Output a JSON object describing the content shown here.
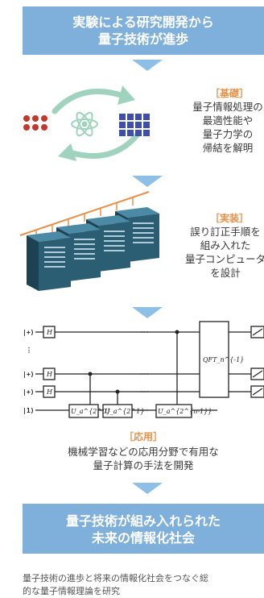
{
  "top_banner": {
    "line1": "実験による研究開発から",
    "line2": "量子技術が進歩"
  },
  "basic": {
    "tag": "［基礎］",
    "lines": [
      "量子情報処理の",
      "最適性能や",
      "量子力学の",
      "帰結を解明"
    ]
  },
  "implementation": {
    "tag": "［実装］",
    "lines": [
      "誤り訂正手順を",
      "組み入れた",
      "量子コンピュータ",
      "を設計"
    ]
  },
  "application": {
    "tag": "［応用］",
    "lines": [
      "機械学習などの応用分野で有用な",
      "量子計算の手法を開発"
    ]
  },
  "bottom_banner": {
    "line1": "量子技術が組み入れられた",
    "line2": "未来の情報化社会"
  },
  "caption": {
    "line1": "量子技術の進歩と将来の情報化社会をつなぐ総",
    "line2": "的な量子情報理論を研究"
  },
  "circuit": {
    "labels": [
      "|+⟩",
      "⋮",
      "|+⟩",
      "|+⟩",
      "|1⟩"
    ],
    "h_gate": "H",
    "u_gates": [
      "U_a^{2^0}",
      "U_a^{2^1}",
      "U_a^{2^{n-1}}"
    ],
    "qft": "QFT_n^{-1}"
  },
  "colors": {
    "banner": "#7fb0dc",
    "arrow": "#8ebfe6",
    "tag": "#e8914a",
    "red_dots": "#c0392b",
    "blue_grid": "#3f4fa8",
    "cycle_arrow": "#9fd3be",
    "server": "#2b5d73",
    "wire": "#e8914a"
  }
}
